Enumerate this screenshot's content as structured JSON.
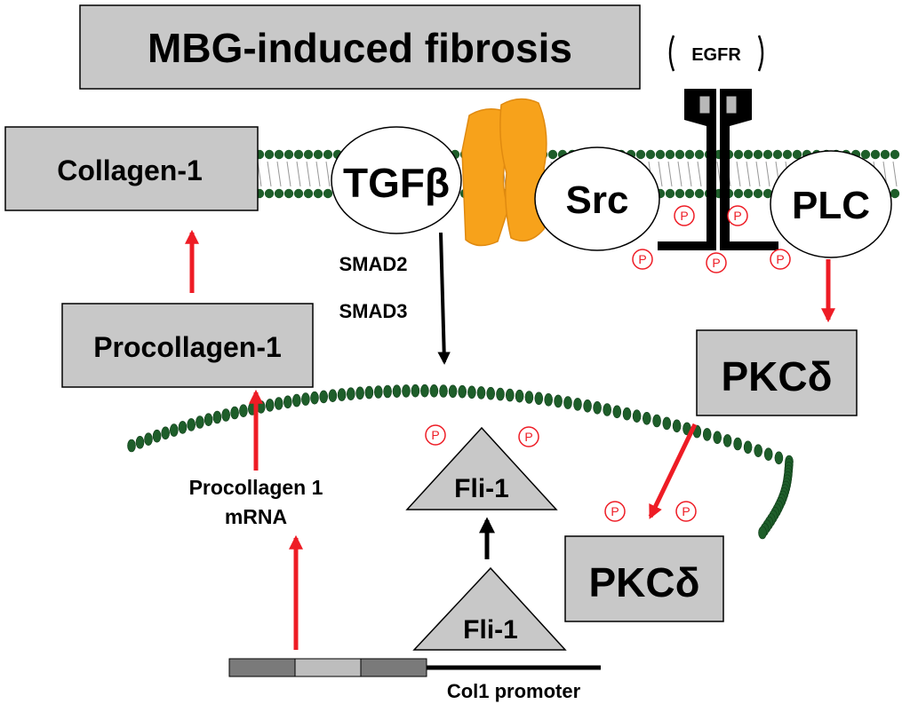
{
  "title": "MBG-induced fibrosis",
  "egfr": "EGFR",
  "nodes": {
    "collagen1": "Collagen-1",
    "procollagen1": "Procollagen-1",
    "tgfb": "TGFβ",
    "src": "Src",
    "plc": "PLC",
    "pkcd_top": "PKCδ",
    "pkcd_bottom": "PKCδ",
    "fli1_top": "Fli-1",
    "fli1_bottom": "Fli-1"
  },
  "labels": {
    "smad2": "SMAD2",
    "smad3": "SMAD3",
    "procollagen_mrna_line1": "Procollagen 1",
    "procollagen_mrna_line2": "mRNA",
    "col1_promoter": "Col1 promoter"
  },
  "phospho": "P",
  "colors": {
    "membrane": "#1e5e2a",
    "box_fill": "#c8c8c8",
    "arrow_red": "#ee1c25",
    "arrow_black": "#000000",
    "receptor_orange": "#f7a21b"
  }
}
